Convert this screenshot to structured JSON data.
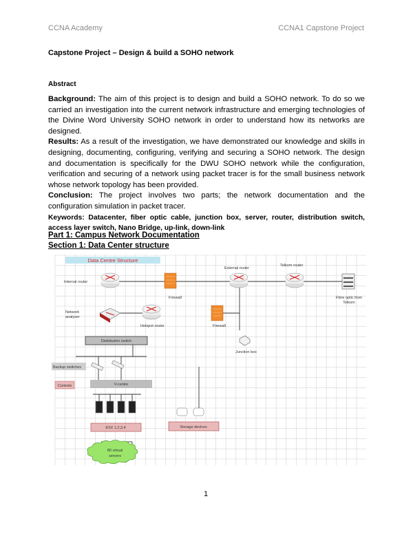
{
  "header": {
    "left": "CCNA Academy",
    "right": "CCNA1 Capstone Project"
  },
  "title": "Capstone Project – Design & build a SOHO network",
  "abstract_heading": "Abstract",
  "abstract": {
    "background_label": "Background:",
    "background_text": " The aim of this project is to design and build a SOHO network.  To do so we carried an investigation into the current network infrastructure and emerging technologies of the Divine Word University SOHO network in order to understand how its networks are designed.",
    "results_label": "Results:",
    "results_text": " As a result of the investigation, we have demonstrated our knowledge and skills in designing, documenting, configuring, verifying and securing a SOHO network. The design and documentation is specifically for the DWU SOHO network while the configuration, verification and securing of a network using packet tracer is for the small business network whose network topology has been provided.",
    "conclusion_label": "Conclusion:",
    "conclusion_text": " The project involves two parts; the network documentation and the configuration simulation in packet tracer.",
    "keywords": "Keywords: Datacenter, fiber optic cable, junction box, server, router, distribution switch, access layer switch, Nano Bridge, up-link, down-link"
  },
  "part_heading": "Part 1: Campus Network Documentation",
  "section_heading": "Section 1: Data Center structure",
  "diagram": {
    "title": "Data Centre Structure",
    "internal_router": "Internal router",
    "firewall": "Firewall",
    "external_router": "External router",
    "telkom_router": "Telkom router",
    "fibre_line1": "Fibre optic from",
    "fibre_line2": "Telkom",
    "analyser_line1": "Network",
    "analyser_line2": "analyser",
    "hotspot_router": "Hotspot router",
    "firewall2": "Firewall",
    "junction_box": "Junction box",
    "distribution_switch": "Distribution switch",
    "backup_switches": "Backup switches",
    "controls": "Controls",
    "vcentre": "V-centre",
    "esx": "ESX 1,2,3,4",
    "storage": "Storage devices",
    "cloud_line1": "80 virtual",
    "cloud_line2": "servers",
    "colors": {
      "title_bg": "#bfe6f0",
      "title_text": "#e0202a",
      "pink": "#e9b9b9",
      "gray_box": "#bdbdbd",
      "firewall": "#f08a2c",
      "cloud": "#9be66a"
    }
  },
  "page_number": "1"
}
